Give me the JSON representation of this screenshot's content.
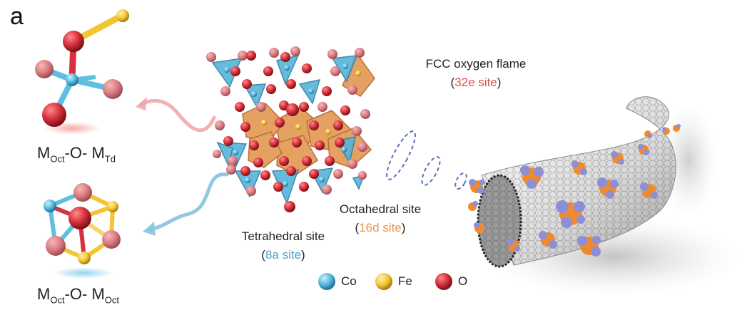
{
  "panel_label": "a",
  "bond_top": {
    "m1": "M",
    "m1_sub": "Oct",
    "mid": "-O- ",
    "m2": "M",
    "m2_sub": "Td"
  },
  "bond_bottom": {
    "m1": "M",
    "m1_sub": "Oct",
    "mid": "-O- ",
    "m2": "M",
    "m2_sub": "Oct"
  },
  "fcc": {
    "title": "FCC oxygen flame",
    "site": "32e site",
    "color": "#d9534f"
  },
  "octahedral": {
    "title": "Octahedral site",
    "site": "16d site",
    "color": "#e8944a"
  },
  "tetrahedral": {
    "title": "Tetrahedral site",
    "site": "8a site",
    "color": "#4aa3c9"
  },
  "legend": [
    {
      "label": "Co",
      "color": "#5fbfe0"
    },
    {
      "label": "Fe",
      "color": "#f2c531"
    },
    {
      "label": "O",
      "color": "#d6313c"
    }
  ]
}
